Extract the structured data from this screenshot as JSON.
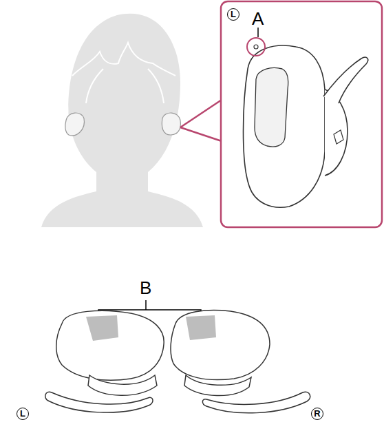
{
  "diagram": {
    "labels": [
      "L",
      "A",
      "B",
      "L",
      "R"
    ]
  }
}
